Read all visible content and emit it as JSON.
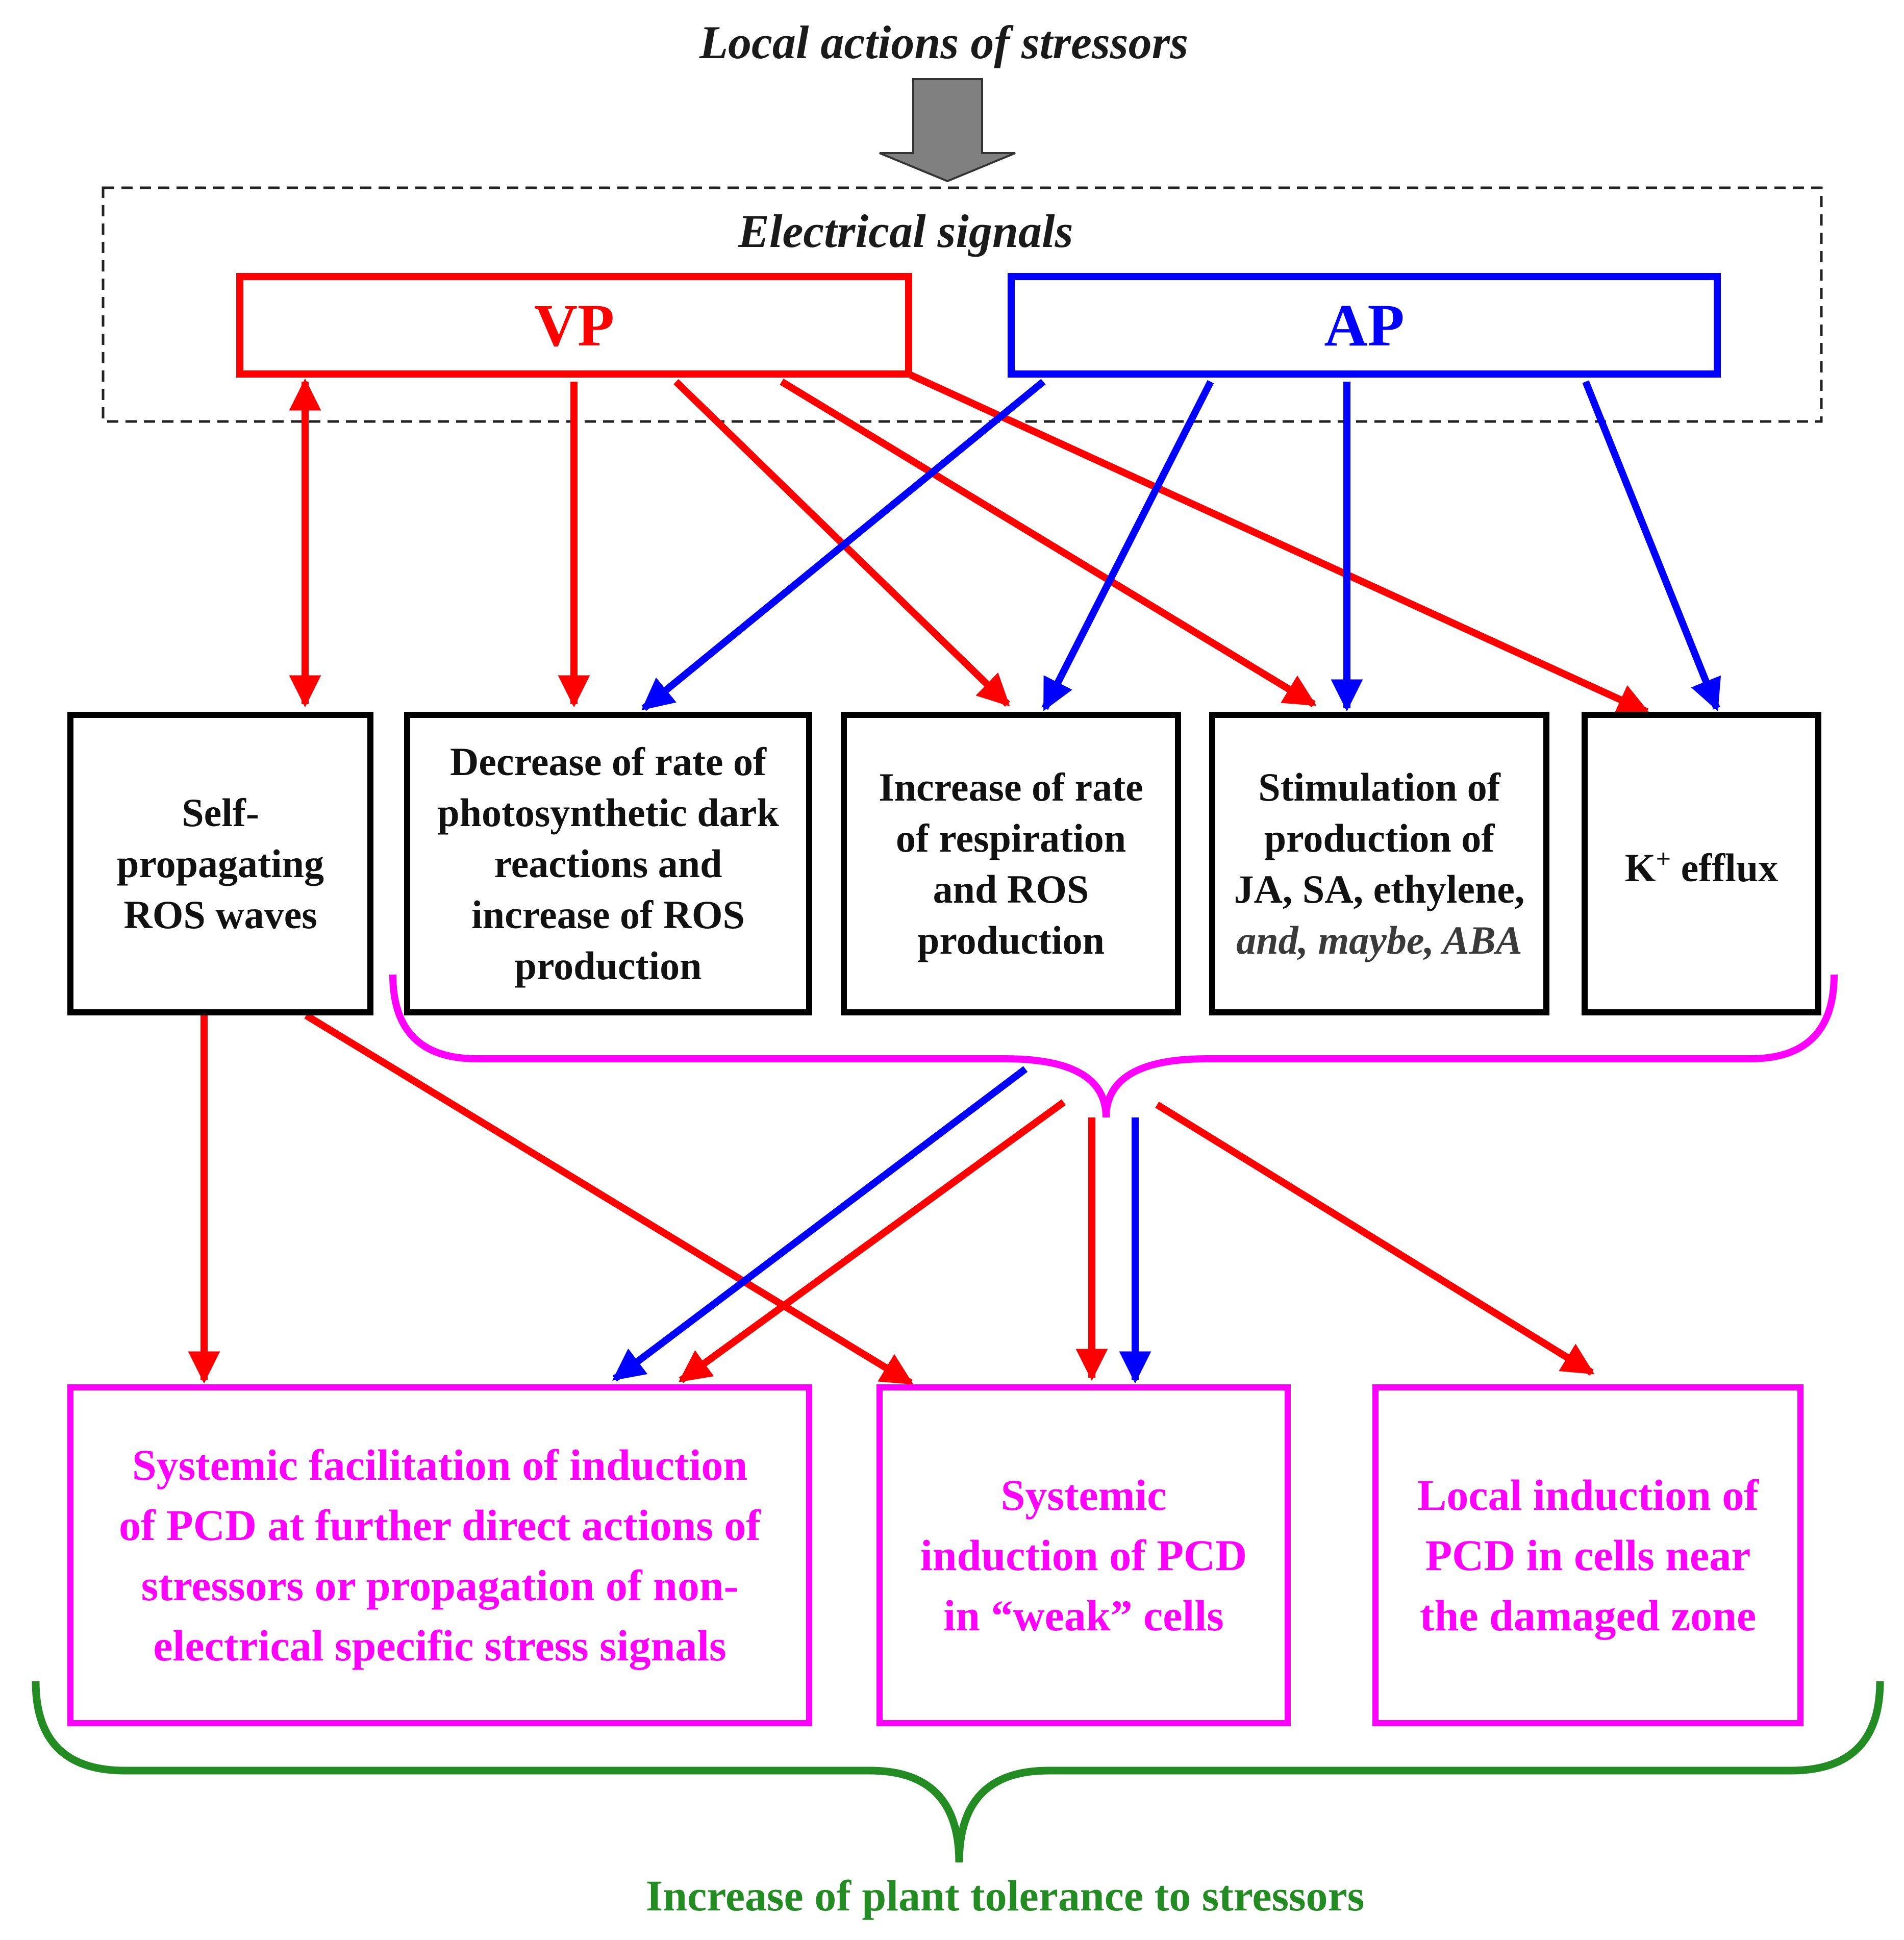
{
  "title": "Local actions of stressors",
  "electrical_group_label": "Electrical signals",
  "signals": {
    "vp": {
      "label": "VP",
      "color": "#ff0000"
    },
    "ap": {
      "label": "AP",
      "color": "#0000ff"
    }
  },
  "effects": {
    "ros_waves": "Self-propagating ROS waves",
    "photosynthesis": "Decrease of rate of photosynthetic dark reactions and increase of ROS production",
    "respiration": "Increase of rate of respiration and ROS production",
    "hormones": {
      "main": "Stimulation of production of JA, SA, ethylene,",
      "qualifier": "and, maybe, ABA"
    },
    "k_efflux": {
      "symbol": "K",
      "superscript": "+",
      "rest": "efflux"
    }
  },
  "outcomes": {
    "systemic_facilitation": "Systemic facilitation of induction of PCD at further direct actions of stressors or propagation of non-electrical specific stress signals",
    "systemic_induction": "Systemic induction of PCD in “weak” cells",
    "local_induction": "Local induction of PCD in cells near the damaged zone"
  },
  "final_outcome": "Increase of plant tolerance to stressors",
  "colors": {
    "vp_arrows": "#ff0000",
    "ap_arrows": "#0000ff",
    "outcome_boxes": "#ff00ff",
    "final_brace": "#228B22",
    "input_arrow": "#808080"
  }
}
